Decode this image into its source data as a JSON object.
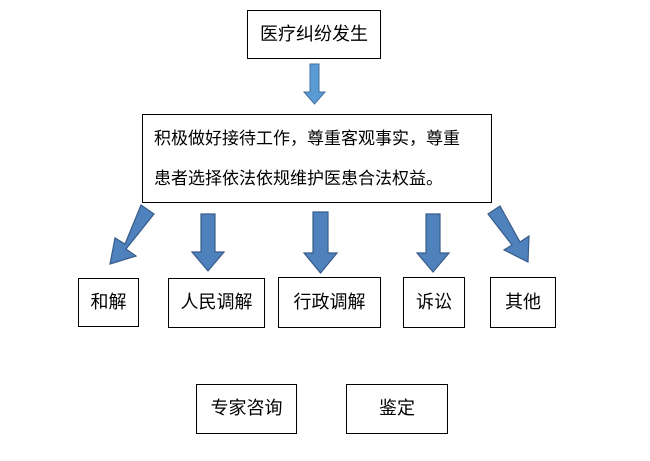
{
  "start": {
    "label": "医疗纠纷发生"
  },
  "principle": {
    "line1": "积极做好接待工作，尊重客观事实，尊重",
    "line2": "患者选择依法依规维护医患合法权益。"
  },
  "options": [
    {
      "label": "和解"
    },
    {
      "label": "人民调解"
    },
    {
      "label": "行政调解"
    },
    {
      "label": "诉讼"
    },
    {
      "label": "其他"
    }
  ],
  "extras": [
    {
      "label": "专家咨询"
    },
    {
      "label": "鉴定"
    }
  ],
  "colors": {
    "arrow_fill": "#4f81bd",
    "arrow_stroke": "#385d8a",
    "small_arrow_fill": "#5b9bd5",
    "box_border": "#000000"
  }
}
